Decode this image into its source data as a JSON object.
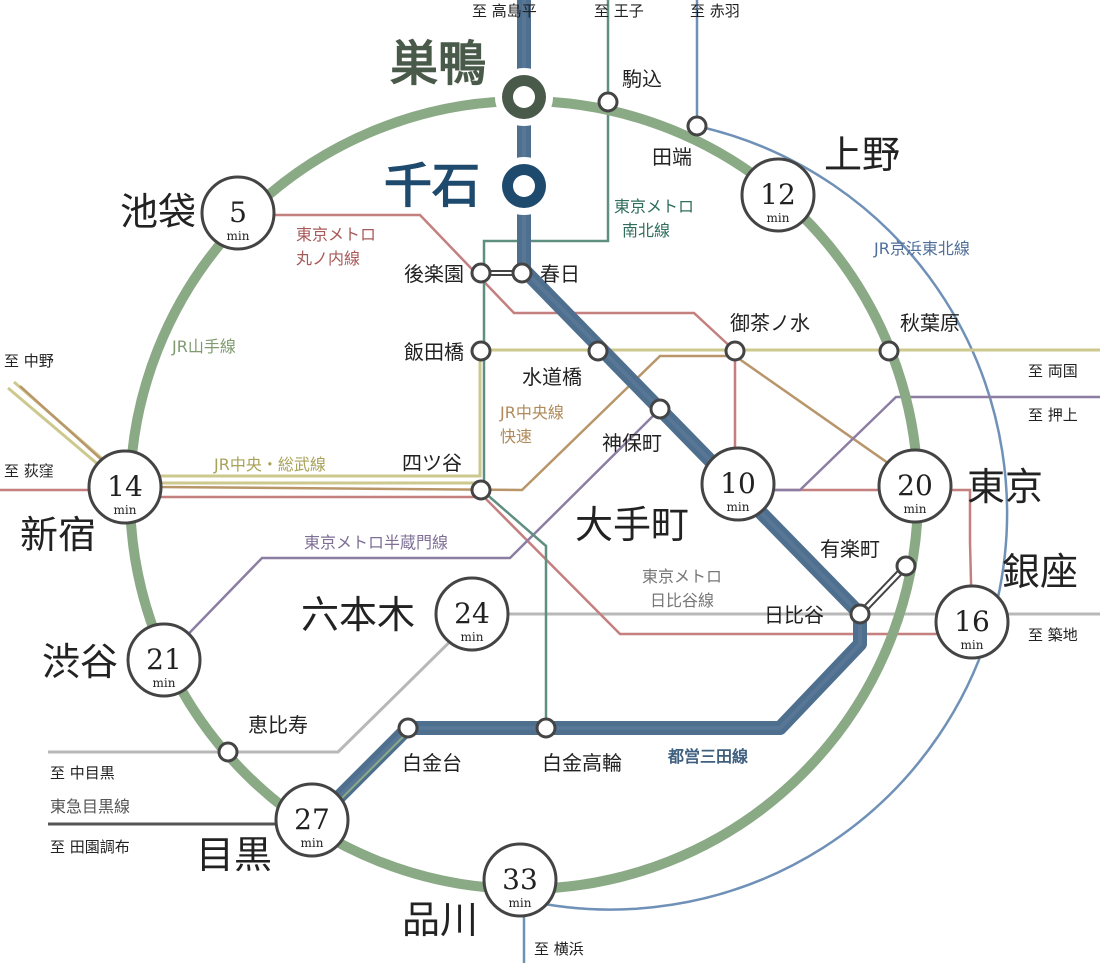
{
  "colors": {
    "yamanote": "#8aa985",
    "namboku": "#5e8f80",
    "mita": "#4f6f8f",
    "marunouchi": "#c47f7f",
    "hanzomon": "#8c7ea3",
    "chuo_rapid": "#b9966a",
    "chuo_sobu": "#cdc98e",
    "hibiya": "#b8b8b8",
    "keihin_tohoku": "#6f91b8",
    "tokyu_meguro": "#555555",
    "origin_sugamo": "#4a5a4a",
    "origin_sengoku": "#1e4a6e"
  },
  "origins": {
    "sugamo": "巣鴨",
    "sengoku": "千石"
  },
  "hubs": {
    "ikebukuro": {
      "name": "池袋",
      "minutes": "5",
      "unit": "min"
    },
    "ueno": {
      "name": "上野",
      "minutes": "12",
      "unit": "min"
    },
    "shinjuku": {
      "name": "新宿",
      "minutes": "14",
      "unit": "min"
    },
    "otemachi": {
      "name": "大手町",
      "minutes": "10",
      "unit": "min"
    },
    "tokyo": {
      "name": "東京",
      "minutes": "20",
      "unit": "min"
    },
    "ginza": {
      "name": "銀座",
      "minutes": "16",
      "unit": "min"
    },
    "shibuya": {
      "name": "渋谷",
      "minutes": "21",
      "unit": "min"
    },
    "roppongi": {
      "name": "六本木",
      "minutes": "24",
      "unit": "min"
    },
    "meguro": {
      "name": "目黒",
      "minutes": "27",
      "unit": "min"
    },
    "shinagawa": {
      "name": "品川",
      "minutes": "33",
      "unit": "min"
    }
  },
  "stations": {
    "komagome": "駒込",
    "tabata": "田端",
    "korakuen": "後楽園",
    "kasuga": "春日",
    "iidabashi": "飯田橋",
    "suidobashi": "水道橋",
    "ochanomizu": "御茶ノ水",
    "akihabara": "秋葉原",
    "jimbocho": "神保町",
    "yotsuya": "四ツ谷",
    "yurakucho": "有楽町",
    "hibiya": "日比谷",
    "ebisu": "恵比寿",
    "shirokanedai": "白金台",
    "shirokane_takanawa": "白金高輪"
  },
  "lines": {
    "namboku": [
      "東京メトロ",
      "南北線"
    ],
    "marunouchi": [
      "東京メトロ",
      "丸ノ内線"
    ],
    "yamanote": "JR山手線",
    "keihin_tohoku": "JR京浜東北線",
    "chuo_rapid": [
      "JR中央線",
      "快速"
    ],
    "chuo_sobu": "JR中央・総武線",
    "hanzomon": "東京メトロ半蔵門線",
    "hibiya": [
      "東京メトロ",
      "日比谷線"
    ],
    "mita": "都営三田線",
    "tokyu_meguro": "東急目黒線"
  },
  "destinations": {
    "takashimadaira": "至 高島平",
    "oji": "至 王子",
    "akabane": "至 赤羽",
    "nakano": "至 中野",
    "ogikubo": "至 荻窪",
    "ryogoku": "至 両国",
    "oshiage": "至 押上",
    "tsukiji": "至 築地",
    "nakameguro": "至 中目黒",
    "denenchofu": "至 田園調布",
    "yokohama": "至 横浜"
  }
}
